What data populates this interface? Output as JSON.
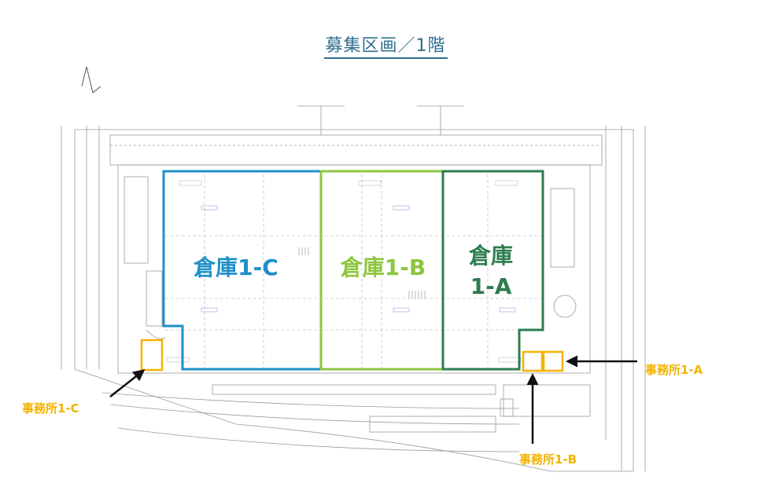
{
  "title": "募集区画／1階",
  "zones": [
    {
      "id": "1-C",
      "line1": "倉庫1-C",
      "line2": "",
      "color": "#1f8fc8"
    },
    {
      "id": "1-B",
      "line1": "倉庫1-B",
      "line2": "",
      "color": "#8dc63f"
    },
    {
      "id": "1-A",
      "line1": "倉庫",
      "line2": "1-A",
      "color": "#2e7d4f"
    }
  ],
  "offices": [
    {
      "id": "1-A",
      "label": "事務所1-A"
    },
    {
      "id": "1-B",
      "label": "事務所1-B"
    },
    {
      "id": "1-C",
      "label": "事務所1-C"
    }
  ],
  "colors": {
    "office_outline": "#f2b400",
    "drawing_line": "#9a9a9a",
    "arrow": "#111111",
    "title": "#2f6e8e"
  }
}
